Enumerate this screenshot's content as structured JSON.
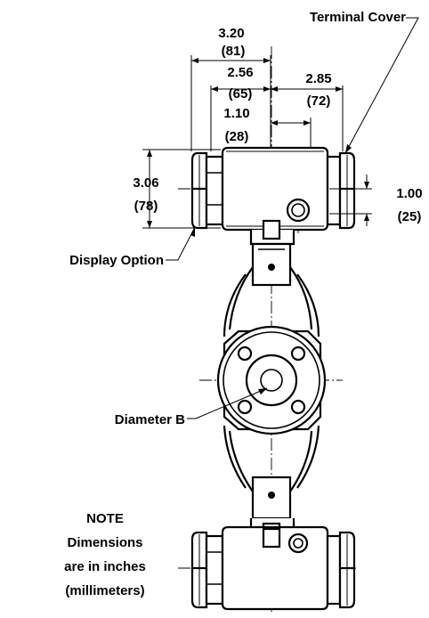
{
  "dimensions": {
    "overall_width": {
      "inches": "3.20",
      "mm": "(81)"
    },
    "left_to_center": {
      "inches": "2.56",
      "mm": "(65)"
    },
    "right_to_center": {
      "inches": "2.85",
      "mm": "(72)"
    },
    "center_to_conduit": {
      "inches": "1.10",
      "mm": "(28)"
    },
    "housing_height": {
      "inches": "3.06",
      "mm": "(78)"
    },
    "conduit_offset": {
      "inches": "1.00",
      "mm": "(25)"
    }
  },
  "callouts": {
    "terminal_cover": "Terminal Cover",
    "display_option": "Display Option",
    "diameter_b": "Diameter B"
  },
  "note": {
    "line1": "NOTE",
    "line2": "Dimensions",
    "line3": "are in inches",
    "line4": "(millimeters)"
  }
}
